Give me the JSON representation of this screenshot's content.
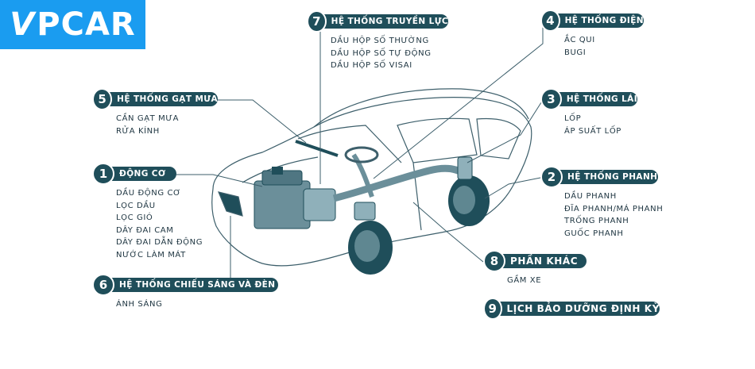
{
  "brand": {
    "logo_text": "PCAR",
    "logo_v": "V",
    "color": "#1a9cf0"
  },
  "colors": {
    "accent": "#1f4e5a",
    "number_bg": "#1f4e5a",
    "line": "#3d5f6b",
    "text": "#1d3440"
  },
  "sections": [
    {
      "number": "1",
      "title": "ĐỘNG CƠ",
      "items": [
        "DẦU ĐỘNG CƠ",
        "LỌC DẦU",
        "LỌC GIÓ",
        "DÂY ĐAI CAM",
        "DÂY ĐAI DẪN ĐỘNG",
        "NƯỚC LÀM MÁT"
      ]
    },
    {
      "number": "2",
      "title": "HỆ THỐNG PHANH",
      "items": [
        "DẦU PHANH",
        "ĐĨA PHANH/MÁ PHANH",
        "TRỐNG PHANH",
        "GUỐC PHANH"
      ]
    },
    {
      "number": "3",
      "title": "HỆ THỐNG LÁI",
      "items": [
        "LỐP",
        "ÁP SUẤT LỐP"
      ]
    },
    {
      "number": "4",
      "title": "HỆ THỐNG ĐIỆN",
      "items": [
        "ẮC QUI",
        "BUGI"
      ]
    },
    {
      "number": "5",
      "title": "HỆ THỐNG GẠT MƯA",
      "items": [
        "CẦN GẠT MƯA",
        "RỬA KÍNH"
      ]
    },
    {
      "number": "6",
      "title": "HỆ THỐNG CHIẾU SÁNG VÀ ĐÈN",
      "items": [
        "ÁNH SÁNG"
      ]
    },
    {
      "number": "7",
      "title": "HỆ THỐNG TRUYỀN LỰC",
      "items": [
        "DẦU HỘP SỐ THƯỜNG",
        "DẦU HỘP SỐ TỰ ĐỘNG",
        "DẦU HỘP SỐ VISAI"
      ]
    },
    {
      "number": "8",
      "title": "PHẦN KHÁC",
      "items": [
        "GẦM XE"
      ]
    },
    {
      "number": "9",
      "title": "LỊCH BẢO DƯỠNG ĐỊNH KỲ",
      "items": []
    }
  ]
}
